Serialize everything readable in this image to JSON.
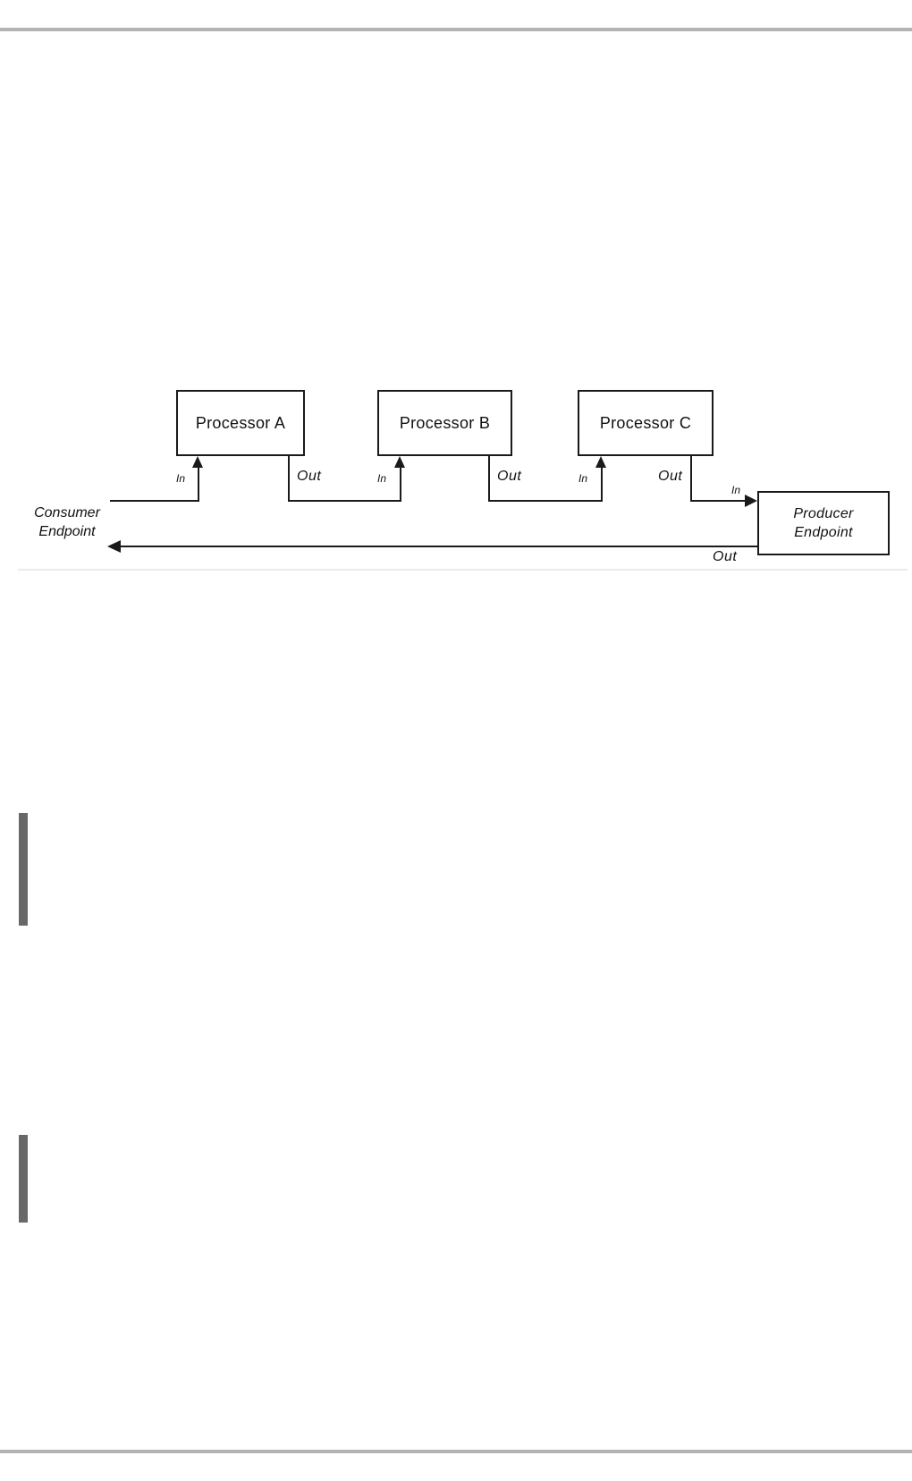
{
  "page": {
    "background": "#ffffff",
    "top_rule_color": "#b3b3b3",
    "bottom_rule_color": "#b3b3b3",
    "change_bar_color": "#686868"
  },
  "diagram": {
    "processors": [
      {
        "label": "Processor A"
      },
      {
        "label": "Processor B"
      },
      {
        "label": "Processor C"
      }
    ],
    "consumer_endpoint": {
      "line1": "Consumer",
      "line2": "Endpoint"
    },
    "producer_endpoint": {
      "line1": "Producer",
      "line2": "Endpoint"
    },
    "in_label": "In",
    "out_label": "Out"
  }
}
